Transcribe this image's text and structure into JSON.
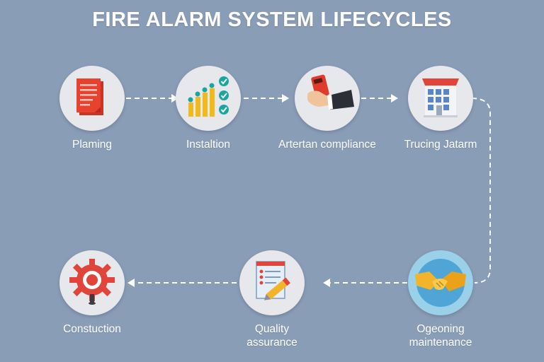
{
  "diagram": {
    "title": "FIRE ALARM SYSTEM LIFECYCLES",
    "steps": [
      {
        "label": "Plaming",
        "icon": "document-icon"
      },
      {
        "label": "Instaltion",
        "icon": "bar-chart-checklist-icon"
      },
      {
        "label": "Artertan compliance",
        "icon": "hand-remote-icon"
      },
      {
        "label": "Trucing Jatarm",
        "icon": "building-icon"
      },
      {
        "label": "Ogeoning\nmaintenance",
        "icon": "handshake-icon"
      },
      {
        "label": "Quality\nassurance",
        "icon": "checklist-pencil-icon"
      },
      {
        "label": "Constuction",
        "icon": "gear-alarm-icon"
      }
    ]
  }
}
